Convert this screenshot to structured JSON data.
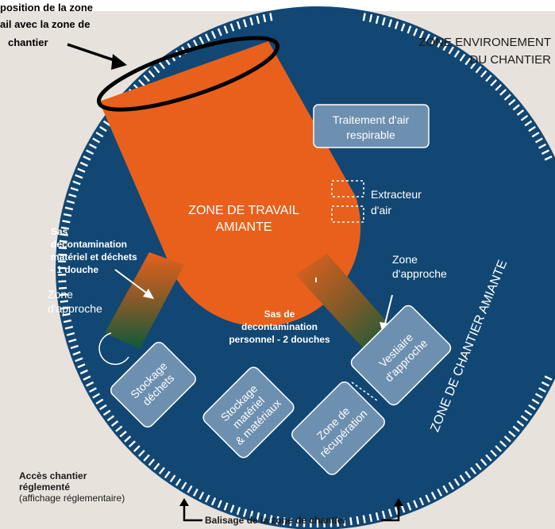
{
  "colors": {
    "page_bg": "#ffffff",
    "panel_bg": "#e8e2dd",
    "circle": "#124773",
    "circle_dark": "#0d3a60",
    "tick": "#ffffff",
    "work_zone": "#e8601c",
    "box_fill": "#6d8fb0",
    "box_stroke": "#ffffff",
    "green": "#0e5a3a",
    "text_dark": "#2a2a2a"
  },
  "labels": {
    "callout": [
      "position de la zone",
      "ail avec la zone de",
      "chantier"
    ],
    "zone_env": [
      "ZONE ENVIRONEMENT",
      "DU CHANTIER"
    ],
    "zone_chantier": "ZONE DE CHANTIER AMIANTE",
    "work_zone": [
      "ZONE DE TRAVAIL",
      "AMIANTE"
    ],
    "air_treatment": [
      "Traitement d'air",
      "respirable"
    ],
    "extractor": [
      "Extracteur",
      "d'air"
    ],
    "sas_materiel": [
      "Sas",
      "decontamination",
      "matériel et déchets",
      "- 1 douche"
    ],
    "zone_approche_left": [
      "Zone",
      "d'approche"
    ],
    "zone_approche_right": [
      "Zone",
      "d'approche"
    ],
    "sas_personnel": [
      "Sas de",
      "decontamination",
      "personnel - 2 douches"
    ],
    "stockage_dechets": [
      "Stockage",
      "déchets"
    ],
    "stockage_materiel": [
      "Stockage",
      "matériel",
      "& matériaux"
    ],
    "vestiaire": [
      "Vestiaire",
      "d'approche"
    ],
    "recuperation": [
      "Zone de",
      "récupération"
    ],
    "acces": [
      "Accès chantier",
      "réglementé",
      "(affichage réglementaire)"
    ],
    "balisage": "Balisage de la zone de chantier"
  }
}
